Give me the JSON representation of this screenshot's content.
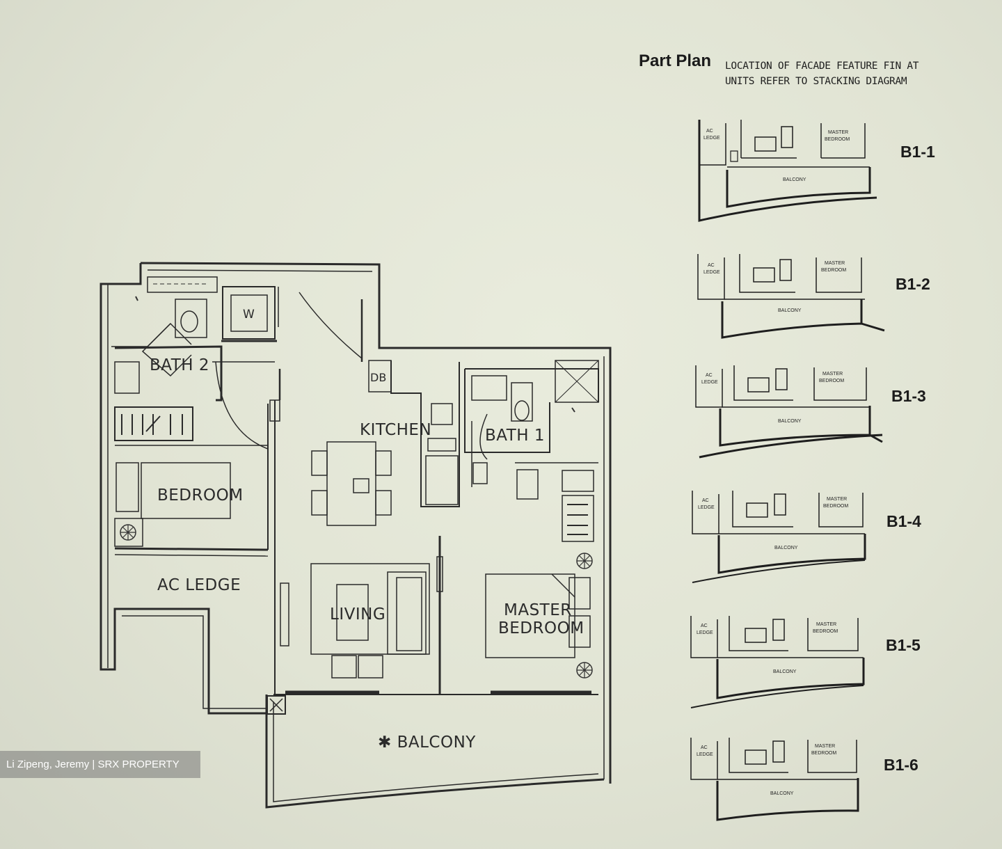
{
  "header": {
    "title": "Part Plan",
    "note": "LOCATION OF FACADE FEATURE FIN AT UNITS REFER TO STACKING DIAGRAM"
  },
  "rooms": {
    "bath2": "BATH 2",
    "bath1": "BATH 1",
    "kitchen": "KITCHEN",
    "bedroom": "BEDROOM",
    "ac_ledge": "AC LEDGE",
    "living": "LIVING",
    "master_line1": "MASTER",
    "master_line2": "BEDROOM",
    "balcony": "✱ BALCONY",
    "db": "DB",
    "washer": "W"
  },
  "mini_plan": {
    "ac_line1": "AC",
    "ac_line2": "LEDGE",
    "master_line1": "MASTER",
    "master_line2": "BEDROOM",
    "balcony": "BALCONY"
  },
  "units": [
    "B1-1",
    "B1-2",
    "B1-3",
    "B1-4",
    "B1-5",
    "B1-6"
  ],
  "watermark": "Li Zipeng, Jeremy | SRX PROPERTY"
}
